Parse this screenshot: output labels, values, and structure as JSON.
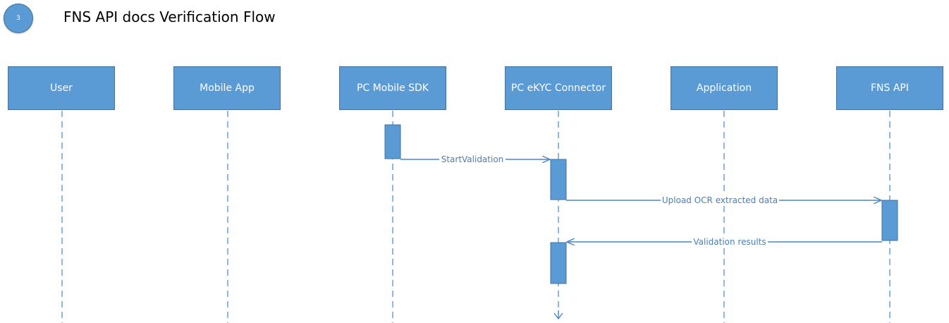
{
  "diagram": {
    "step_number": "3",
    "title": "FNS API docs Verification Flow"
  },
  "participants": [
    {
      "id": "user",
      "label": "User"
    },
    {
      "id": "mobile-app",
      "label": "Mobile App"
    },
    {
      "id": "pc-mobile-sdk",
      "label": "PC Mobile SDK"
    },
    {
      "id": "pc-ekyc-connector",
      "label": "PC eKYC Connector"
    },
    {
      "id": "application",
      "label": "Application"
    },
    {
      "id": "fns-api",
      "label": "FNS API"
    }
  ],
  "messages": [
    {
      "from": "pc-mobile-sdk",
      "to": "pc-ekyc-connector",
      "label": "StartValidation"
    },
    {
      "from": "pc-ekyc-connector",
      "to": "fns-api",
      "label": "Upload OCR extracted data"
    },
    {
      "from": "fns-api",
      "to": "pc-ekyc-connector",
      "label": "Validation results"
    }
  ],
  "colors": {
    "participant_fill": "#5b9bd5",
    "participant_border": "#41719c",
    "lifeline": "#5b9bd5",
    "message_line": "#4a86c5",
    "label_text": "#4a7fb5"
  }
}
